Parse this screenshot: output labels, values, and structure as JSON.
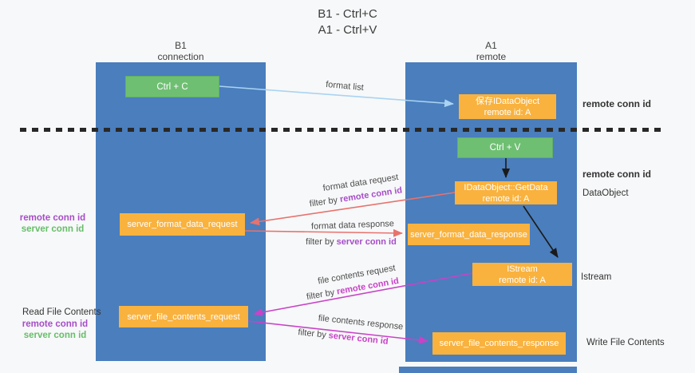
{
  "title": {
    "line1": "B1 - Ctrl+C",
    "line2": "A1 - Ctrl+V"
  },
  "columns": {
    "left": {
      "name": "B1",
      "subtitle": "connection"
    },
    "right": {
      "name": "A1",
      "subtitle": "remote"
    }
  },
  "nodes": {
    "ctrl_c": {
      "label": "Ctrl + C"
    },
    "save_idataobject": {
      "line1": "保存IDataObject",
      "line2": "remote id: A"
    },
    "ctrl_v": {
      "label": "Ctrl + V"
    },
    "getdata": {
      "line1": "IDataObject::GetData",
      "line2": "remote id: A"
    },
    "server_format_data_request": {
      "label": "server_format_data_request"
    },
    "server_format_data_response": {
      "label": "server_format_data_response"
    },
    "istream": {
      "line1": "IStream",
      "line2": "remote id: A"
    },
    "server_file_contents_request": {
      "label": "server_file_contents_request"
    },
    "server_file_contents_response": {
      "label": "server_file_contents_response"
    }
  },
  "edges": {
    "format_list": "format list",
    "format_data_request": "format data request",
    "format_data_response": "format data response",
    "file_contents_request": "file contents request",
    "file_contents_response": "file contents response",
    "filter_by": "filter by",
    "remote_conn_id": "remote conn id",
    "server_conn_id": "server conn id"
  },
  "side_labels": {
    "remote_conn_id": "remote conn id",
    "server_conn_id": "server conn id",
    "dataobject": "DataObject",
    "istream": "Istream",
    "read_file_contents": "Read File Contents",
    "write_file_contents": "Write File Contents"
  },
  "colors": {
    "column_blue": "#4a7ebd",
    "box_orange": "#f9b23e",
    "box_green": "#6fbf73",
    "arrow_red": "#e8726d",
    "arrow_magenta": "#c843c8",
    "arrow_light_blue": "#a9d3f2",
    "arrow_black": "#1a1a1a",
    "text_purple": "#a64dc8",
    "text_green": "#67bd6a",
    "text_magenta": "#c843c8"
  }
}
